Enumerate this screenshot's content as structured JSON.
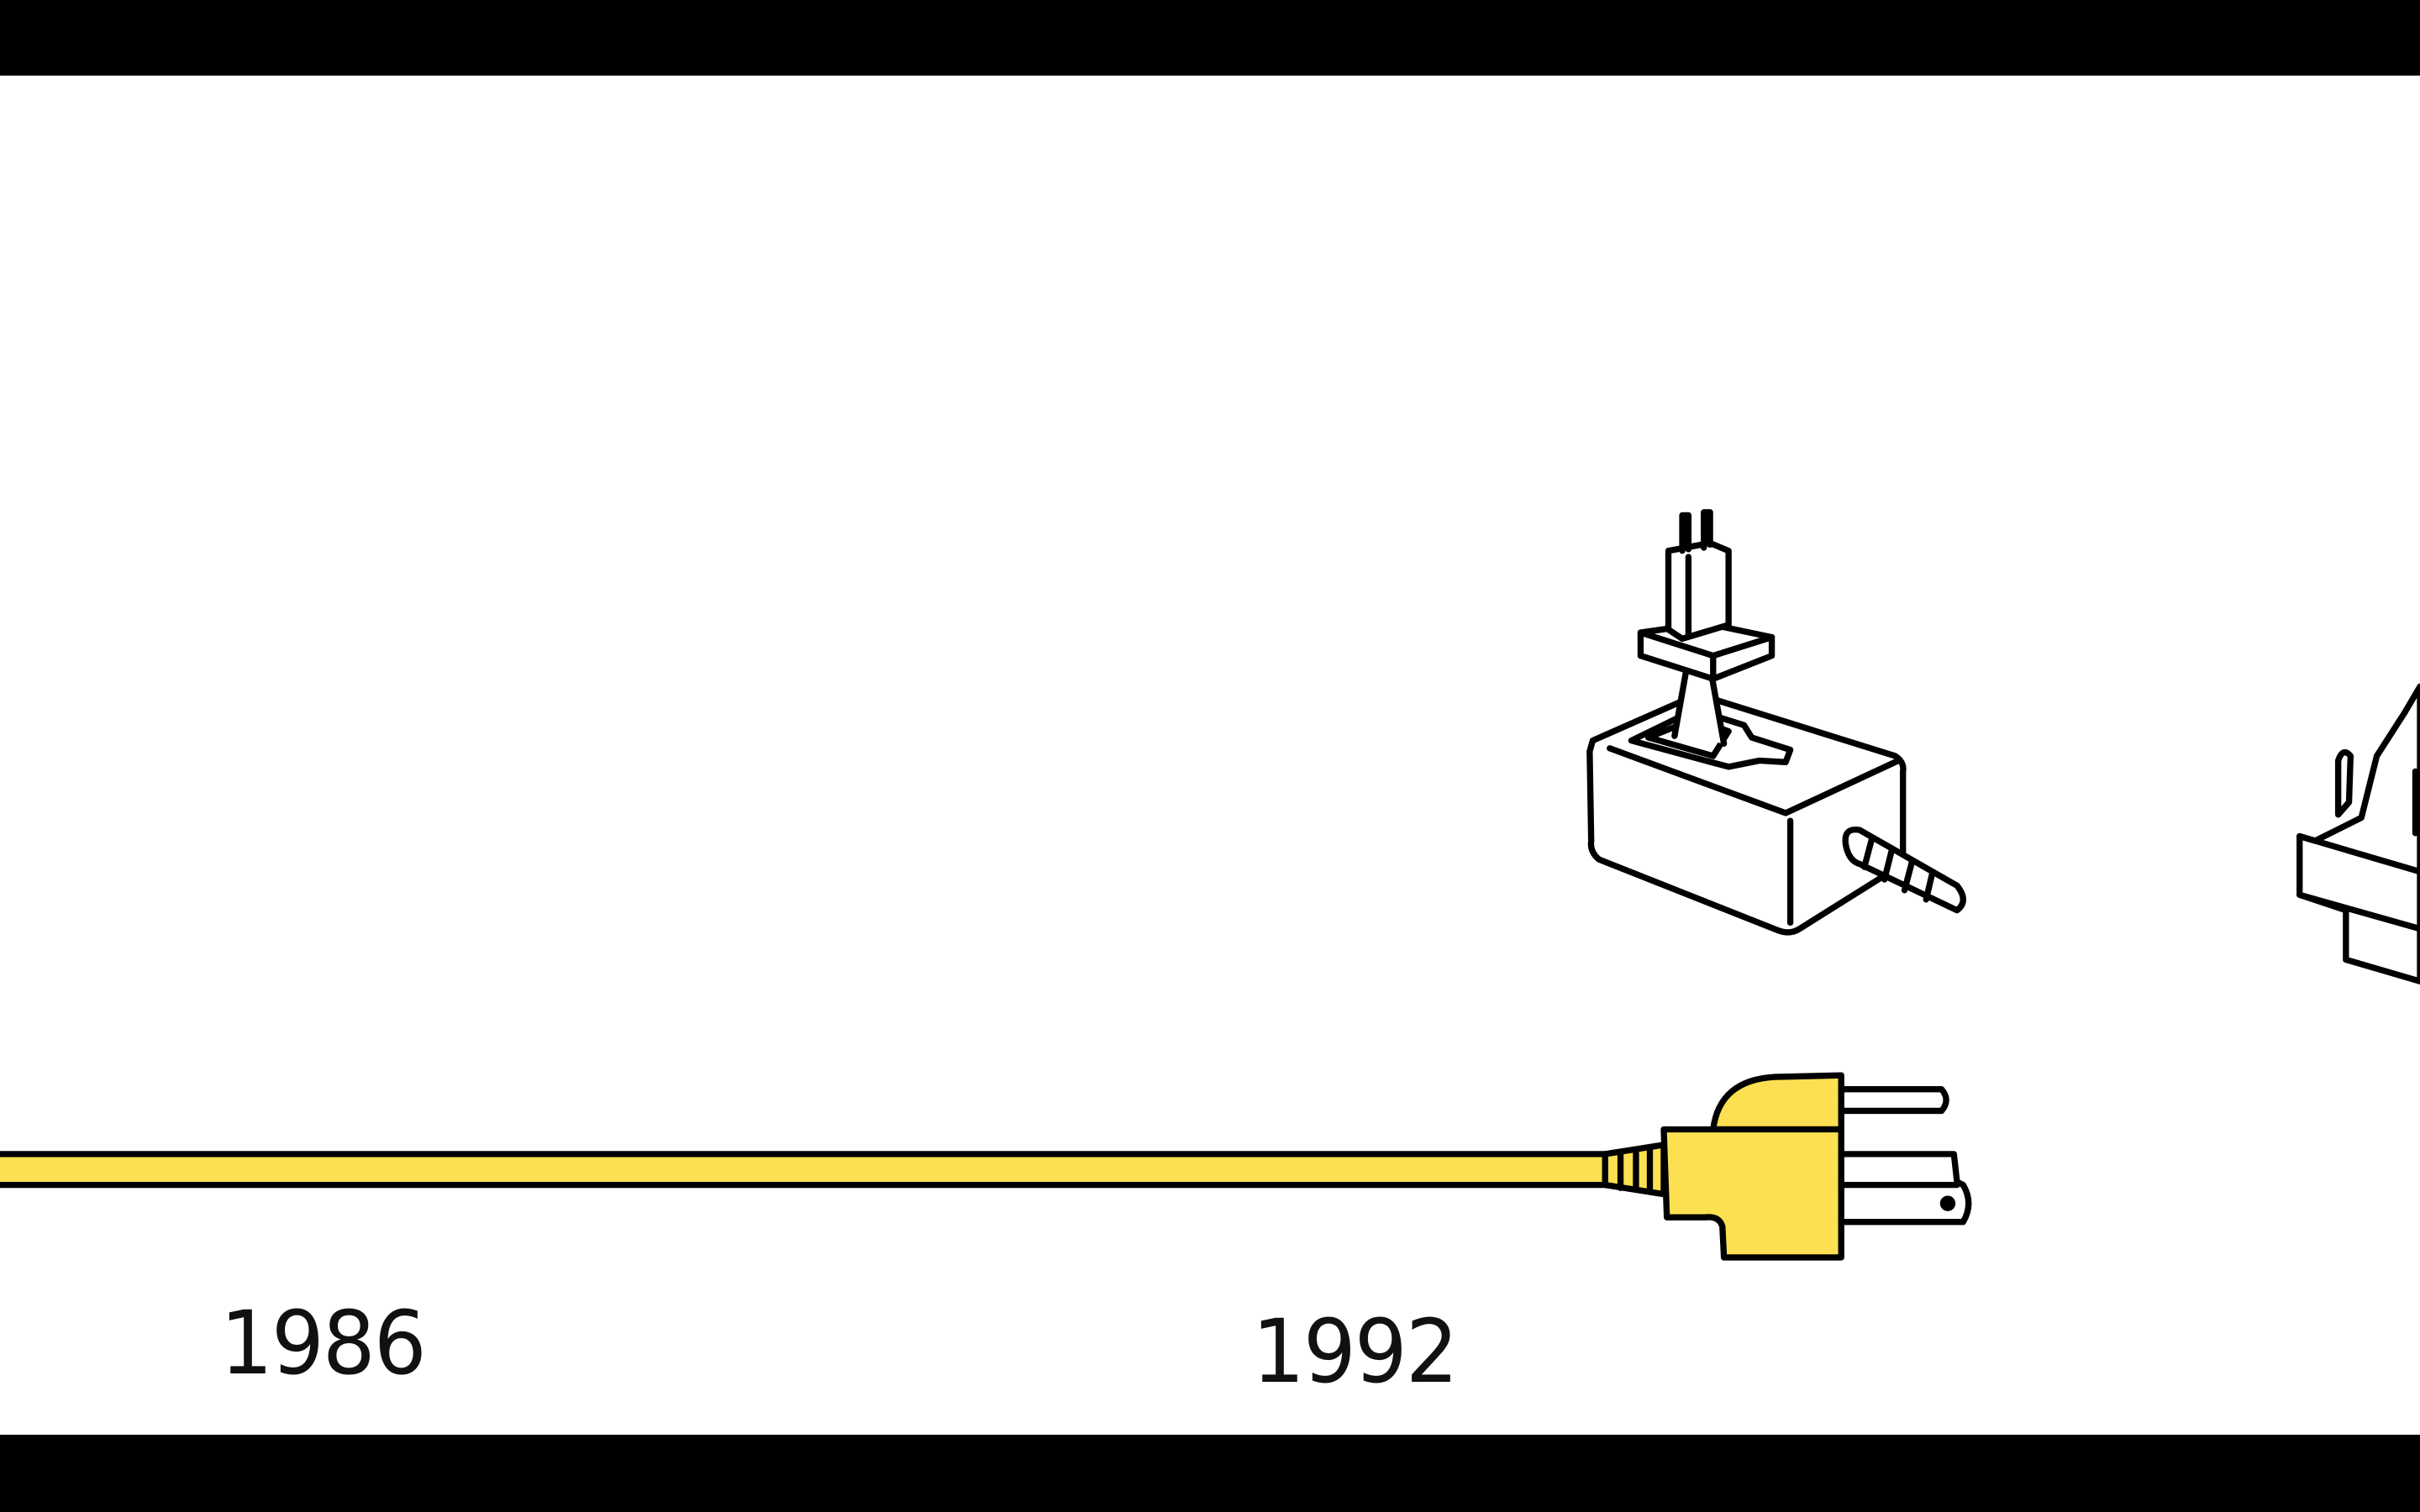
{
  "timeline": {
    "years": [
      "1986",
      "1992"
    ],
    "items": [
      {
        "name": "power-cord-plug",
        "color": "#FCE051"
      },
      {
        "name": "ac-adapter"
      },
      {
        "name": "wall-charger-partial"
      }
    ]
  },
  "colors": {
    "cord": "#FCE051",
    "outline": "#000000",
    "background": "#FFFFFF",
    "letterbox": "#000000"
  }
}
